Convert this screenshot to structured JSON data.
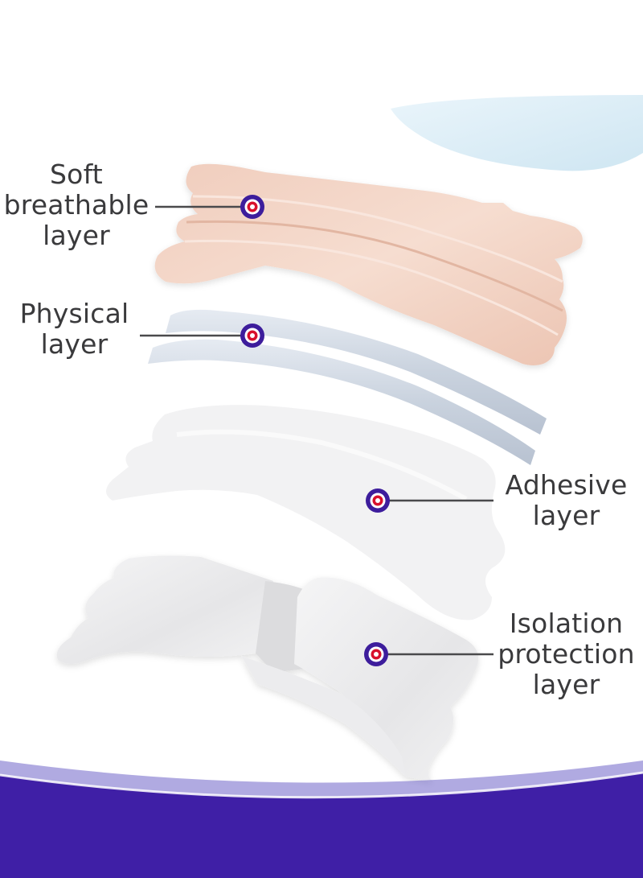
{
  "layers": [
    {
      "id": "soft",
      "label": "Soft\nbreathable\nlayer",
      "color": "#f2d2c2"
    },
    {
      "id": "physical",
      "label": "Physical\nlayer",
      "color": "#d5dce6"
    },
    {
      "id": "adhesive",
      "label": "Adhesive\nlayer",
      "color": "#f1f1f2"
    },
    {
      "id": "isolation",
      "label": "Isolation\nprotection\nlayer",
      "color": "#e9e9ea"
    }
  ],
  "colors": {
    "marker_outer": "#3d1d9c",
    "marker_ring": "#d8102c",
    "leader_line": "#4a4a4c",
    "footer_wave": "#3f1fa6",
    "corner_blob": "#dcedf6"
  }
}
